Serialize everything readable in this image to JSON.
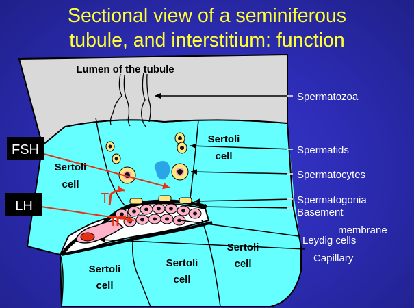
{
  "title": {
    "line1": "Sectional view of a seminiferous",
    "line2": "tubule, and interstitium: function"
  },
  "labels": {
    "lumen": "Lumen of the tubule",
    "spermatozoa": "Spermatozoa",
    "spermatids": "Spermatids",
    "spermatocytes": "Spermatocytes",
    "spermatogonia": "Spermatogonia",
    "basement": "Basement",
    "membrane": "membrane",
    "leydig": "Leydig cells",
    "capillary": "Capillary",
    "fsh": "FSH",
    "lh": "LH",
    "t_upper": "T",
    "t_lower": "T",
    "sertoli_cell_word_1": "Sertoli",
    "sertoli_cell_word_2": "cell"
  },
  "colors": {
    "background": "#2d2db8",
    "title": "#ffff33",
    "lumen": "#d9d9d9",
    "sertoli": "#66ffff",
    "interstitium": "#ffffff",
    "arrow_red": "#e53214",
    "hormone_box": "#000000",
    "pink_cell": "#ffb3c8",
    "yellow_cell": "#ffe680"
  }
}
